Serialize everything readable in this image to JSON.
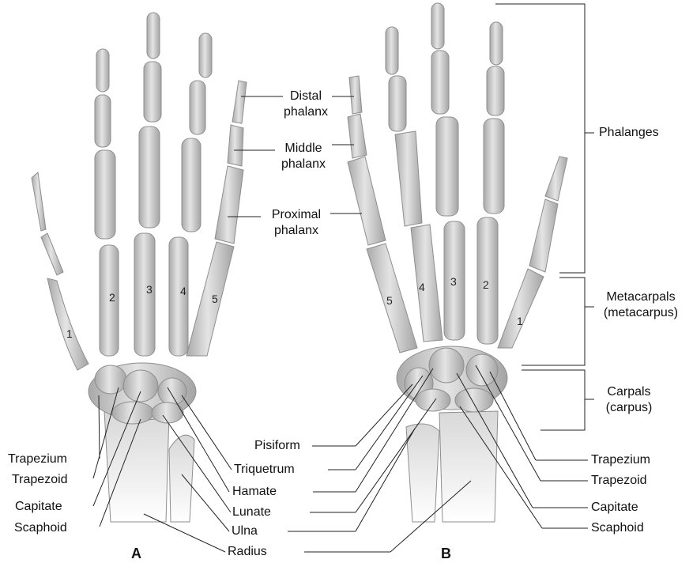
{
  "hand_a": {
    "panel_label": "A",
    "digits": [
      "1",
      "2",
      "3",
      "4",
      "5"
    ],
    "labels": {
      "distal": "Distal\nphalanx",
      "middle": "Middle\nphalanx",
      "proximal": "Proximal\nphalanx",
      "trapezium": "Trapezium",
      "trapezoid": "Trapezoid",
      "capitate": "Capitate",
      "scaphoid": "Scaphoid"
    }
  },
  "hand_b": {
    "panel_label": "B",
    "digits": [
      "5",
      "4",
      "3",
      "2",
      "1"
    ],
    "labels": {
      "trapezium": "Trapezium",
      "trapezoid": "Trapezoid",
      "capitate": "Capitate",
      "scaphoid": "Scaphoid"
    }
  },
  "center_labels": {
    "pisiform": "Pisiform",
    "triquetrum": "Triquetrum",
    "hamate": "Hamate",
    "lunate": "Lunate",
    "ulna": "Ulna",
    "radius": "Radius"
  },
  "groups": {
    "phalanges": "Phalanges",
    "metacarpals": "Metacarpals\n(metacarpus)",
    "carpals": "Carpals\n(carpus)"
  },
  "colors": {
    "bone": "#d7d7d7",
    "bone_shade": "#9d9d9d",
    "line": "#222222"
  }
}
